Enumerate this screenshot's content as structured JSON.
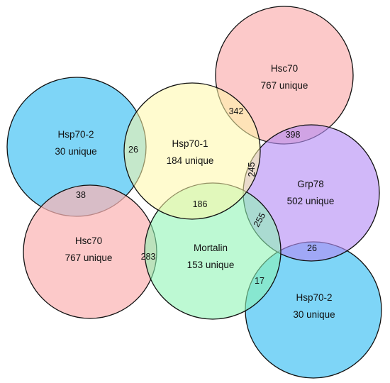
{
  "circles": [
    {
      "id": "hsp70-2-top",
      "name": "Hsp70-2",
      "unique": "30 unique",
      "color": "#6ccff6"
    },
    {
      "id": "hsc70-top",
      "name": "Hsc70",
      "unique": "767 unique",
      "color": "#fbb4b4"
    },
    {
      "id": "hsc70-bottom",
      "name": "Hsc70",
      "unique": "767 unique",
      "color": "#fbb4b4"
    },
    {
      "id": "hsp70-2-bottom",
      "name": "Hsp70-2",
      "unique": "30 unique",
      "color": "#6ccff6"
    },
    {
      "id": "grp78",
      "name": "Grp78",
      "unique": "502 unique",
      "color": "#b48cf5"
    },
    {
      "id": "mortalin",
      "name": "Mortalin",
      "unique": "153 unique",
      "color": "#8ef5b4"
    },
    {
      "id": "hsp70-1",
      "name": "Hsp70-1",
      "unique": "184 unique",
      "color": "#fff7a8"
    }
  ],
  "overlaps": {
    "hsp70_1__hsc70_top": "342",
    "hsc70_top__grp78": "398",
    "hsp70_2_top__hsp70_1": "26",
    "hsp70_1__grp78": "245",
    "hsp70_2_top__hsc70_bottom": "38",
    "hsp70_1__mortalin": "186",
    "mortalin__grp78": "255",
    "hsc70_bottom__mortalin": "283",
    "grp78__hsp70_2_bottom": "26",
    "mortalin__hsp70_2_bottom": "17"
  }
}
